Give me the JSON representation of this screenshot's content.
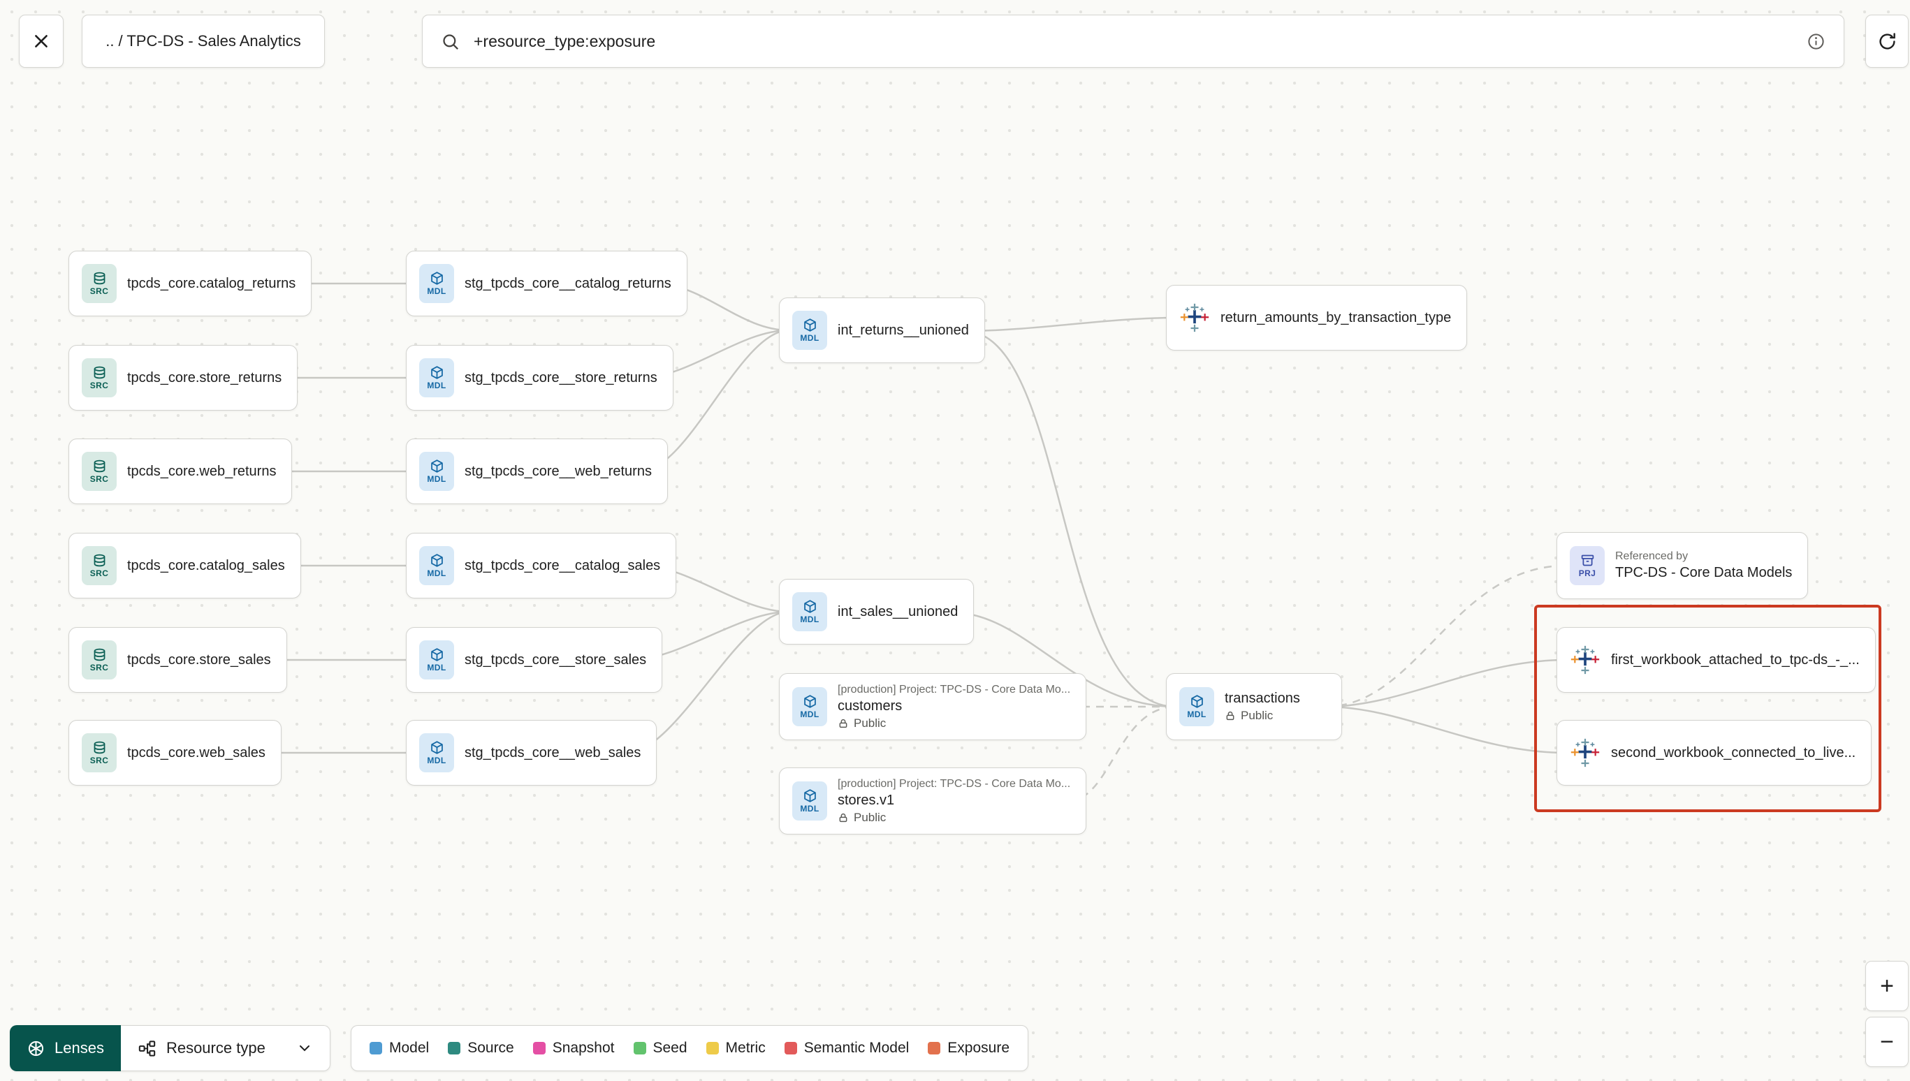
{
  "topbar": {
    "breadcrumb": ".. / TPC-DS - Sales Analytics",
    "search_value": "+resource_type:exposure"
  },
  "graph": {
    "sources": [
      {
        "badge": "SRC",
        "label": "tpcds_core.catalog_returns"
      },
      {
        "badge": "SRC",
        "label": "tpcds_core.store_returns"
      },
      {
        "badge": "SRC",
        "label": "tpcds_core.web_returns"
      },
      {
        "badge": "SRC",
        "label": "tpcds_core.catalog_sales"
      },
      {
        "badge": "SRC",
        "label": "tpcds_core.store_sales"
      },
      {
        "badge": "SRC",
        "label": "tpcds_core.web_sales"
      }
    ],
    "staging": [
      {
        "badge": "MDL",
        "label": "stg_tpcds_core__catalog_returns"
      },
      {
        "badge": "MDL",
        "label": "stg_tpcds_core__store_returns"
      },
      {
        "badge": "MDL",
        "label": "stg_tpcds_core__web_returns"
      },
      {
        "badge": "MDL",
        "label": "stg_tpcds_core__catalog_sales"
      },
      {
        "badge": "MDL",
        "label": "stg_tpcds_core__store_sales"
      },
      {
        "badge": "MDL",
        "label": "stg_tpcds_core__web_sales"
      }
    ],
    "int_returns": {
      "badge": "MDL",
      "label": "int_returns__unioned"
    },
    "int_sales": {
      "badge": "MDL",
      "label": "int_sales__unioned"
    },
    "customers": {
      "badge": "MDL",
      "project": "[production] Project: TPC-DS - Core Data Mo...",
      "label": "customers",
      "access": "Public"
    },
    "stores": {
      "badge": "MDL",
      "project": "[production] Project: TPC-DS - Core Data Mo...",
      "label": "stores.v1",
      "access": "Public"
    },
    "exposure_returns": {
      "label": "return_amounts_by_transaction_type"
    },
    "transactions": {
      "badge": "MDL",
      "label": "transactions",
      "access": "Public"
    },
    "referenced_by": {
      "badge": "PRJ",
      "title": "Referenced by",
      "label": "TPC-DS - Core Data Models"
    },
    "workbook_first": {
      "label": "first_workbook_attached_to_tpc-ds_-_..."
    },
    "workbook_second": {
      "label": "second_workbook_connected_to_live..."
    }
  },
  "footer": {
    "lenses": "Lenses",
    "resource_type": "Resource type",
    "legend": [
      {
        "label": "Model",
        "color": "#4E9BD2"
      },
      {
        "label": "Source",
        "color": "#2E8A80"
      },
      {
        "label": "Snapshot",
        "color": "#E44FA4"
      },
      {
        "label": "Seed",
        "color": "#62C36D"
      },
      {
        "label": "Metric",
        "color": "#EECB49"
      },
      {
        "label": "Semantic Model",
        "color": "#E25A5A"
      },
      {
        "label": "Exposure",
        "color": "#E2714D"
      }
    ]
  },
  "zoom": {
    "in": "+",
    "out": "−"
  },
  "highlight_color": "#CB3A21"
}
